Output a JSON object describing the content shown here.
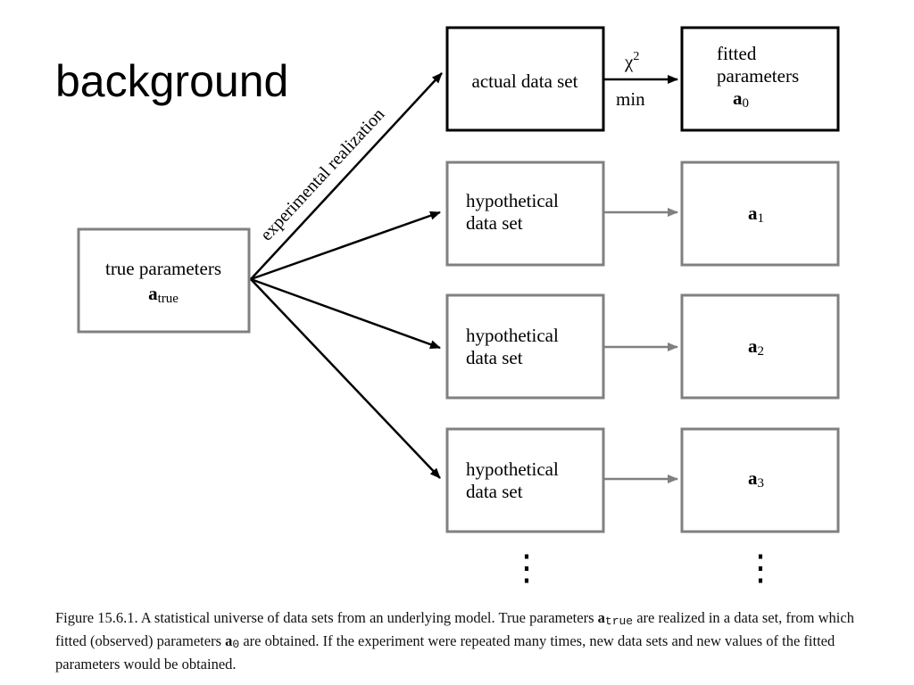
{
  "slide": {
    "title": "background"
  },
  "diagram": {
    "true_params": {
      "line1": "true parameters",
      "symbol": "a",
      "subscript": "true"
    },
    "edge_label": "experimental realization",
    "actual": {
      "label": "actual data set",
      "arrow_top": "χ",
      "arrow_top_sup": "2",
      "arrow_bottom": "min",
      "fitted_line1": "fitted",
      "fitted_line2": "parameters",
      "fitted_symbol": "a",
      "fitted_sub": "0"
    },
    "rows": [
      {
        "line1": "hypothetical",
        "line2": "data set",
        "symbol": "a",
        "sub": "1"
      },
      {
        "line1": "hypothetical",
        "line2": "data set",
        "symbol": "a",
        "sub": "2"
      },
      {
        "line1": "hypothetical",
        "line2": "data set",
        "symbol": "a",
        "sub": "3"
      }
    ],
    "ellipsis": "⋮",
    "colors": {
      "dark": "#000000",
      "gray": "#808080"
    }
  },
  "caption": {
    "part1": "Figure 15.6.1.   A statistical universe of data sets from an underlying model.  True parameters ",
    "sym_true": "a",
    "sub_true": "true",
    "part2": " are realized in a data set, from which fitted (observed) parameters ",
    "sym_zero": "a",
    "sub_zero": "0",
    "part3": " are obtained.  If the experiment were repeated many times, new data sets and new values of the fitted parameters would be obtained."
  }
}
